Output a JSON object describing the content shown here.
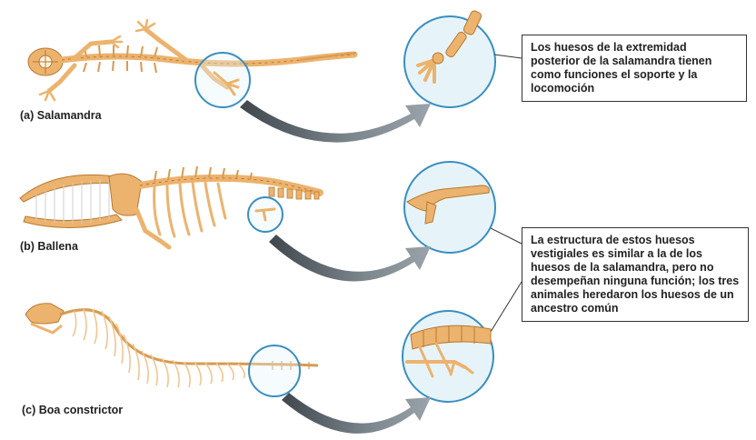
{
  "labels": {
    "salamandra": "(a) Salamandra",
    "ballena": "(b) Ballena",
    "boa": "(c) Boa constrictor"
  },
  "callouts": {
    "top": "Los huesos de la extremidad posterior de la salamandra tienen como funciones el soporte y la locomoción",
    "bottom": "La estructura de estos huesos vestigiales es similar a la de los huesos de la salamandra, pero no desempeñan ninguna función; los tres animales heredaron los huesos de un ancestro común"
  },
  "colors": {
    "bone": "#ecb36e",
    "bone_dark": "#b9782f",
    "circle_fill": "#e6f4fa",
    "circle_stroke": "#3a8ec0",
    "arrow": "#5e6a72"
  }
}
